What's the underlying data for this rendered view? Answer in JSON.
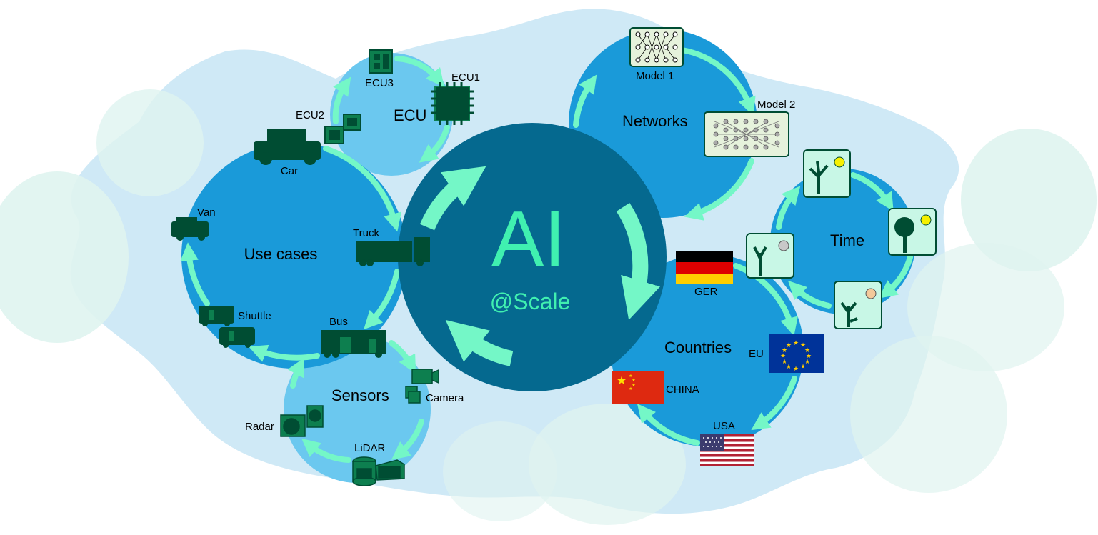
{
  "center": {
    "title": "AI",
    "subtitle": "@Scale"
  },
  "colors": {
    "blob_back": "#cfe9f6",
    "blob_mint": "#dff4f0",
    "circle_blue": "#1a9ad9",
    "circle_light": "#6bc8ef",
    "center_dark": "#05698f",
    "mint_arrow": "#74f7c7",
    "ai_text": "#40f0b0",
    "vehicle": "#004d33",
    "chip": "#0d7f4f"
  },
  "clusters": {
    "use_cases": {
      "title": "Use cases",
      "items": [
        "Car",
        "Truck",
        "Bus",
        "Shuttle",
        "Van"
      ]
    },
    "ecu": {
      "title": "ECU",
      "items": [
        "ECU1",
        "ECU2",
        "ECU3"
      ]
    },
    "sensors": {
      "title": "Sensors",
      "items": [
        "Camera",
        "LiDAR",
        "Radar"
      ]
    },
    "networks": {
      "title": "Networks",
      "items": [
        "Model 1",
        "Model 2"
      ]
    },
    "time": {
      "title": "Time"
    },
    "countries": {
      "title": "Countries",
      "items": [
        "GER",
        "EU",
        "USA",
        "CHINA"
      ]
    }
  },
  "icons": [
    "car-icon",
    "truck-icon",
    "bus-icon",
    "shuttle-icon",
    "van-icon",
    "ecu-chip-icon",
    "camera-icon",
    "lidar-icon",
    "radar-icon",
    "neural-network-icon",
    "tree-icon",
    "germany-flag-icon",
    "eu-flag-icon",
    "usa-flag-icon",
    "china-flag-icon"
  ]
}
